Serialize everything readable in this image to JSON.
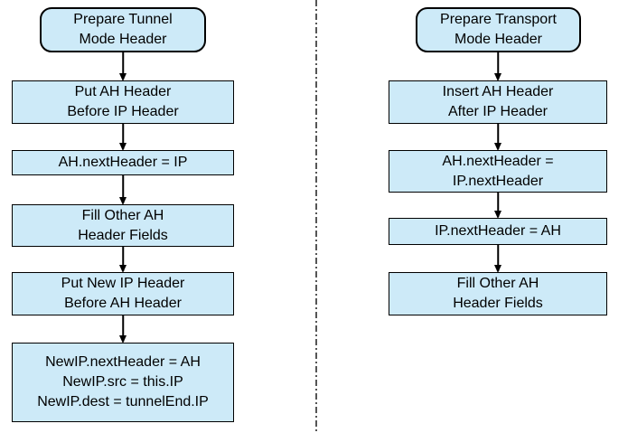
{
  "diagram": {
    "colors": {
      "node_fill": "#cdeaf8",
      "node_border": "#000000",
      "divider": "#555555"
    },
    "flowcharts": [
      {
        "id": "tunnel-mode",
        "nodes": [
          {
            "kind": "terminator",
            "text": "Prepare Tunnel\nMode Header"
          },
          {
            "kind": "process",
            "text": "Put AH Header\nBefore IP Header"
          },
          {
            "kind": "process",
            "text": "AH.nextHeader = IP"
          },
          {
            "kind": "process",
            "text": "Fill Other AH\nHeader Fields"
          },
          {
            "kind": "process",
            "text": "Put New IP Header\nBefore AH Header"
          },
          {
            "kind": "process",
            "text": "NewIP.nextHeader = AH\nNewIP.src = this.IP\nNewIP.dest = tunnelEnd.IP"
          }
        ]
      },
      {
        "id": "transport-mode",
        "nodes": [
          {
            "kind": "terminator",
            "text": "Prepare Transport\nMode Header"
          },
          {
            "kind": "process",
            "text": "Insert AH Header\nAfter IP Header"
          },
          {
            "kind": "process",
            "text": "AH.nextHeader =\nIP.nextHeader"
          },
          {
            "kind": "process",
            "text": "IP.nextHeader = AH"
          },
          {
            "kind": "process",
            "text": "Fill Other AH\nHeader Fields"
          }
        ]
      }
    ]
  }
}
